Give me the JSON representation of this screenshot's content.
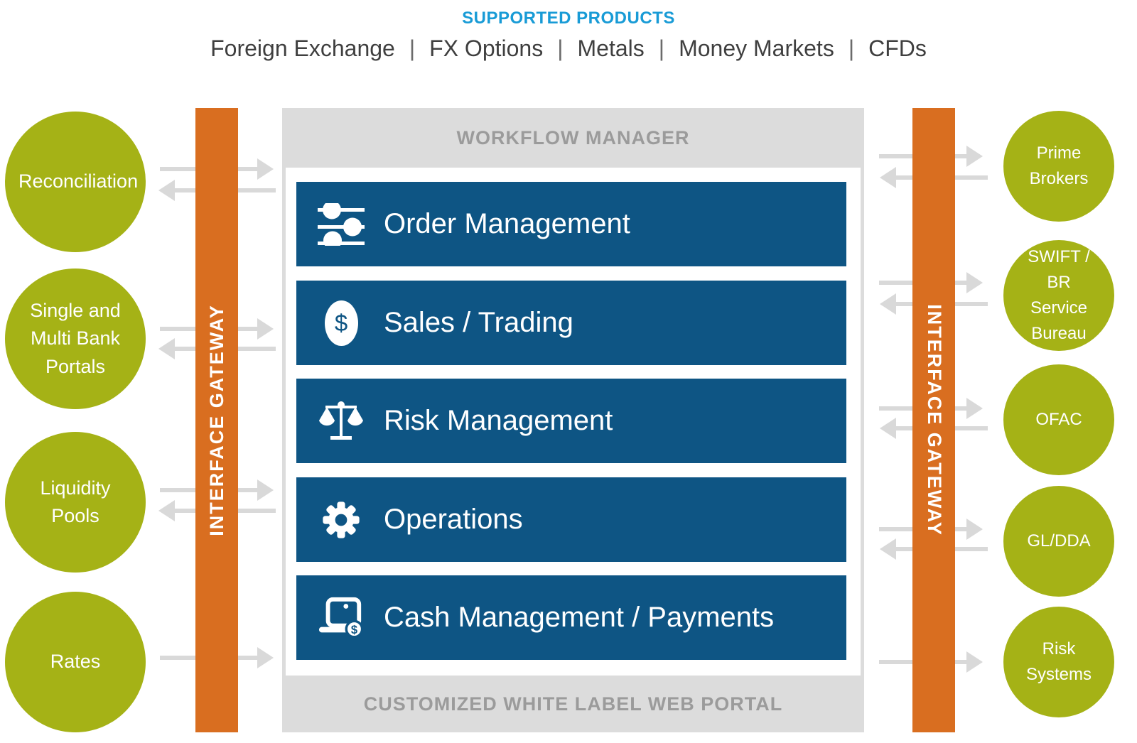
{
  "header": {
    "title": "SUPPORTED PRODUCTS",
    "separator": "|",
    "products": [
      "Foreign Exchange",
      "FX Options",
      "Metals",
      "Money Markets",
      "CFDs"
    ]
  },
  "left_nodes": [
    {
      "label": "Reconciliation",
      "arrows": "bidirectional"
    },
    {
      "label": "Single and Multi Bank Portals",
      "arrows": "bidirectional"
    },
    {
      "label": "Liquidity Pools",
      "arrows": "bidirectional"
    },
    {
      "label": "Rates",
      "arrows": "outbound"
    }
  ],
  "right_nodes": [
    {
      "label": "Prime Brokers",
      "arrows": "bidirectional"
    },
    {
      "label": "SWIFT / BR Service Bureau",
      "arrows": "bidirectional"
    },
    {
      "label": "OFAC",
      "arrows": "bidirectional"
    },
    {
      "label": "GL/DDA",
      "arrows": "bidirectional"
    },
    {
      "label": "Risk Systems",
      "arrows": "outbound"
    }
  ],
  "gateway": {
    "left_label": "INTERFACE GATEWAY",
    "right_label": "INTERFACE GATEWAY"
  },
  "workflow": {
    "header": "WORKFLOW MANAGER",
    "footer": "CUSTOMIZED WHITE LABEL WEB PORTAL",
    "modules": [
      {
        "icon": "sliders-icon",
        "label": "Order Management"
      },
      {
        "icon": "dollar-circle-icon",
        "label": "Sales / Trading",
        "dollar_glyph": "$"
      },
      {
        "icon": "scales-icon",
        "label": "Risk Management"
      },
      {
        "icon": "gear-icon",
        "label": "Operations"
      },
      {
        "icon": "laptop-dollar-icon",
        "label": "Cash Management / Payments",
        "coin_glyph": "$"
      }
    ]
  },
  "colors": {
    "node_green": "#a5b216",
    "gateway_orange": "#d96e20",
    "module_blue": "#0e5584",
    "title_cyan": "#189bd6",
    "panel_gray": "#dcdcdc",
    "panel_text_gray": "#9b9b9b",
    "arrow_gray": "#d9d9d9",
    "product_text": "#3f3f3f"
  }
}
